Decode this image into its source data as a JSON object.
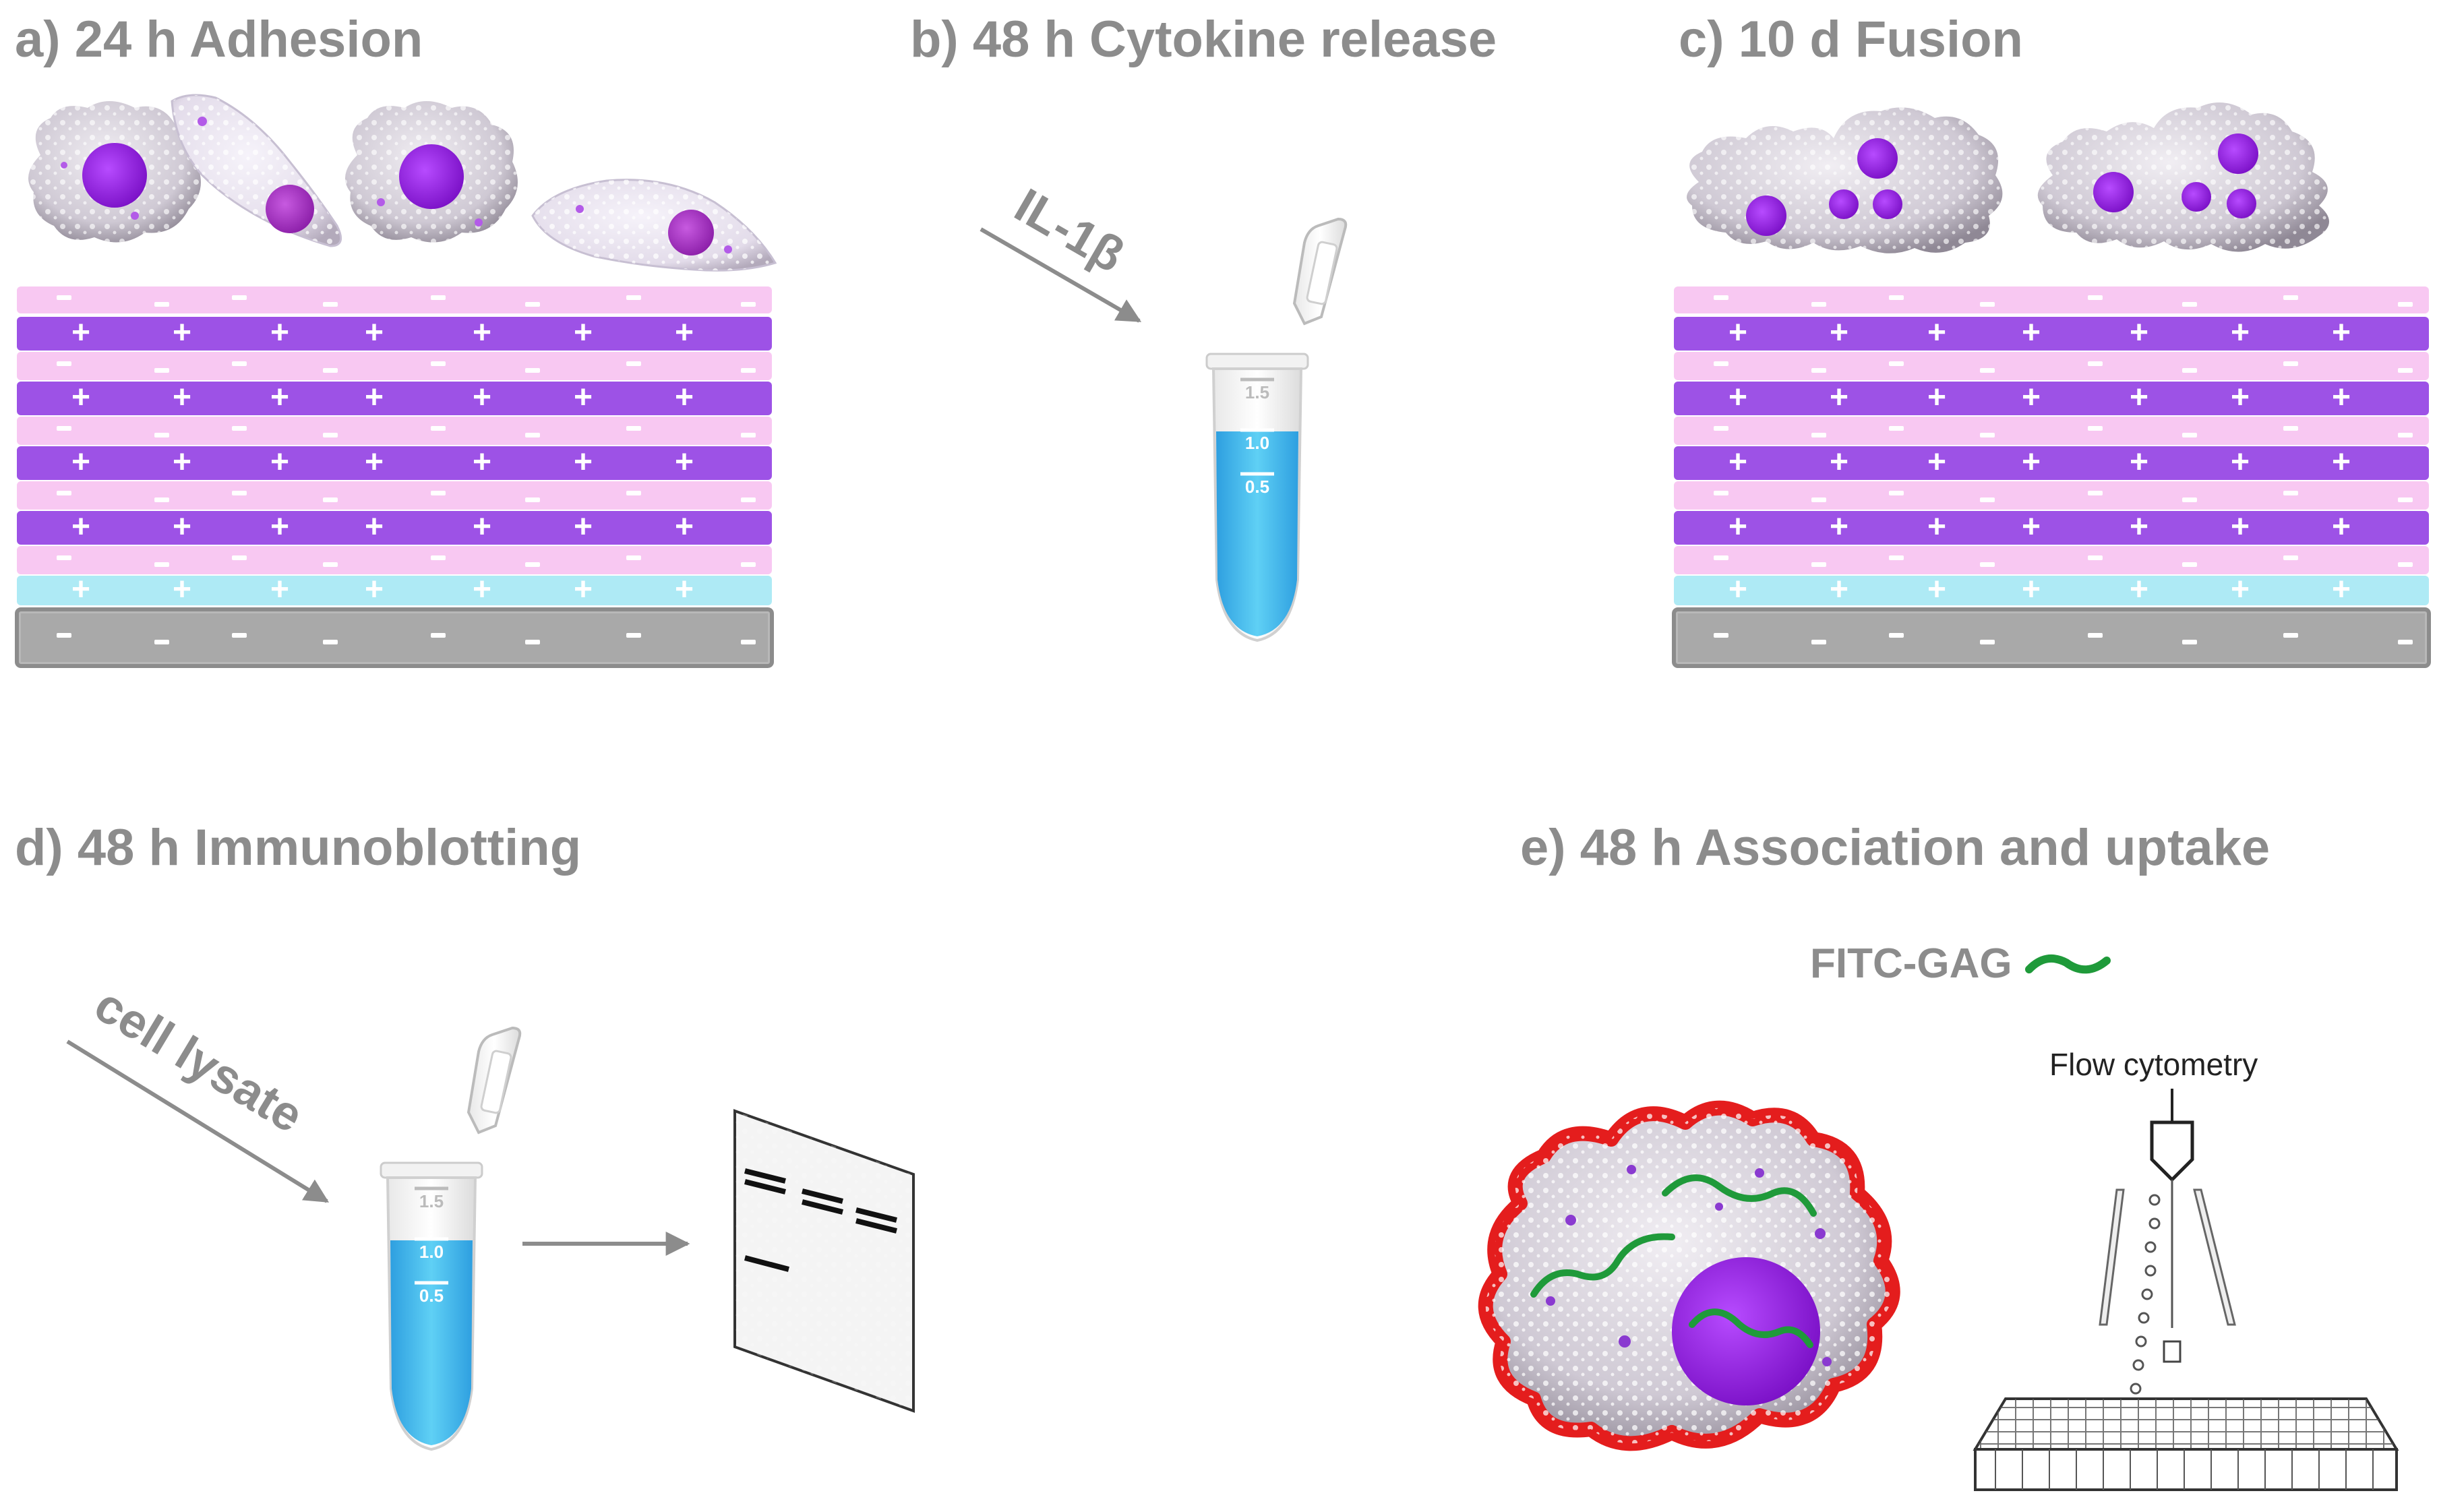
{
  "panels": {
    "a": {
      "title": "a) 24 h Adhesion"
    },
    "b": {
      "title": "b) 48 h Cytokine release",
      "arrow_label": "IL-1β"
    },
    "c": {
      "title": "c) 10 d Fusion"
    },
    "d": {
      "title": "d) 48 h Immunoblotting",
      "arrow_label": "cell lysate"
    },
    "e": {
      "title": "e) 48 h Association and uptake",
      "legend_label": "FITC-GAG",
      "flow_label": "Flow cytometry"
    }
  },
  "tube": {
    "graduations": [
      "1.5",
      "1.0",
      "0.5"
    ]
  },
  "layers": {
    "positive_sign": "+",
    "negative_sign": "-"
  },
  "colors": {
    "title_gray": "#8c8c8c",
    "pink_layer": "#f8c8f2",
    "purple_layer": "#9d52e6",
    "cyan_layer": "#aeeaf5",
    "substrate": "#b8b8b8",
    "nucleus": "#9a1fe3",
    "cell_membrane_red": "#e41d1d",
    "fitc_gag_green": "#1f9a3a",
    "tube_liquid": "#3ab4ea"
  }
}
